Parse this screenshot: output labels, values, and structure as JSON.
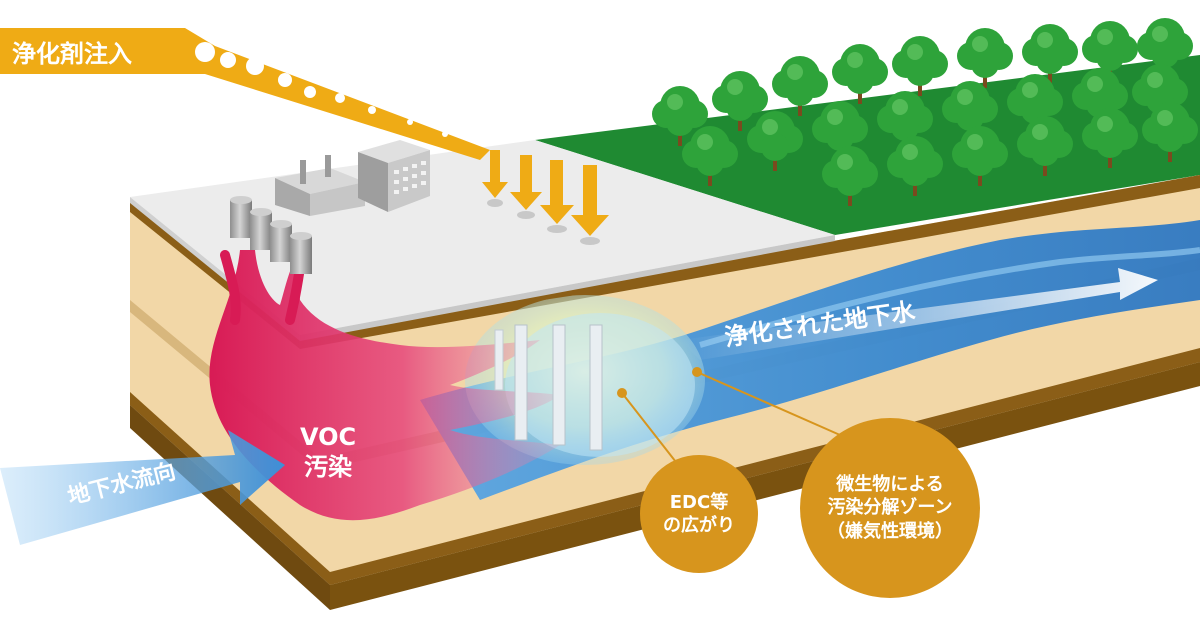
{
  "labels": {
    "injection": "浄化剤注入",
    "groundwater_flow": "地下水流向",
    "purified_water": "浄化された地下水",
    "voc_line1": "VOC",
    "voc_line2": "汚染",
    "edc_line1": "EDC等",
    "edc_line2": "の広がり",
    "microbe_line1": "微生物による",
    "microbe_line2": "汚染分解ゾーン",
    "microbe_line3": "（嫌気性環境）"
  },
  "colors": {
    "injection_arrow": "#efab15",
    "voc": "#e0245e",
    "groundwater": "#3f8fd2",
    "callout": "#d7951d",
    "soil": "#f2d7a7",
    "soil_edge": "#8b5e17",
    "pavement": "#ededed",
    "grass": "#1f8a32",
    "tree": "#2ea33a"
  },
  "icons": [
    "factory-icon",
    "office-building-icon",
    "drum-barrel-icon",
    "tree-icon",
    "injection-well-icon"
  ]
}
